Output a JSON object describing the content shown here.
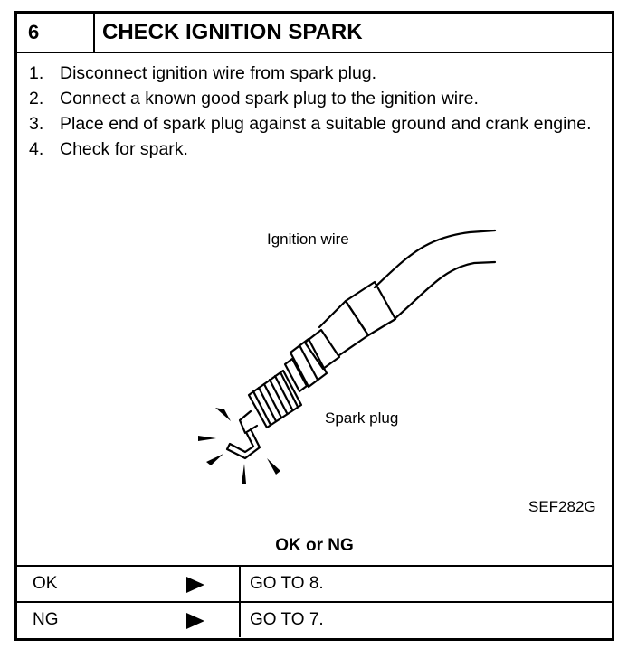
{
  "header": {
    "step_number": "6",
    "title": "CHECK IGNITION SPARK"
  },
  "steps": [
    {
      "num": "1.",
      "text": "Disconnect ignition wire from spark plug."
    },
    {
      "num": "2.",
      "text": "Connect a known good spark plug to the ignition wire."
    },
    {
      "num": "3.",
      "text": "Place end of spark plug against a suitable ground and crank engine."
    },
    {
      "num": "4.",
      "text": "Check for spark."
    }
  ],
  "illustration": {
    "label_wire": "Ignition wire",
    "label_plug": "Spark plug",
    "figure_code": "SEF282G"
  },
  "result": {
    "question": "OK or NG",
    "rows": [
      {
        "condition": "OK",
        "action": "GO TO 8."
      },
      {
        "condition": "NG",
        "action": "GO TO 7."
      }
    ]
  }
}
